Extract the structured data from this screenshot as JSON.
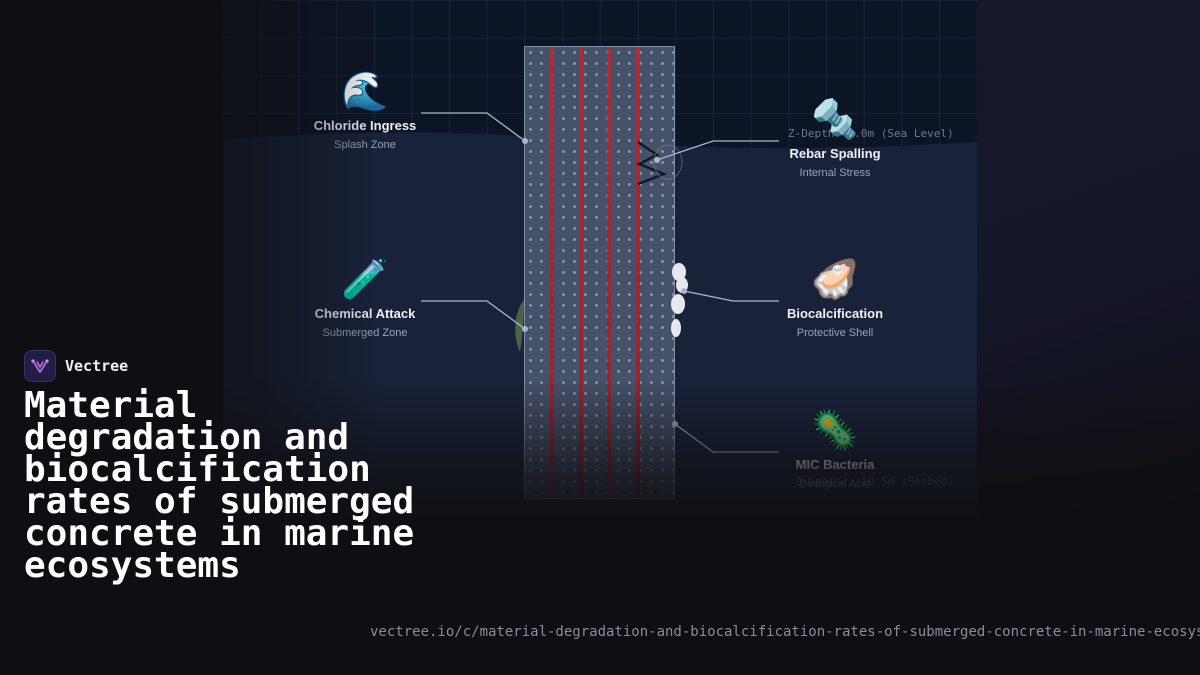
{
  "brand": {
    "name": "Vectree",
    "logo_icon": "vectree-logo-icon"
  },
  "headline": "Material degradation and biocalcification rates of submerged concrete in marine ecosystems",
  "url": "vectree.io/c/material-degradation-and-biocalcification-rates-of-submerged-concrete-in-marine-ecosystems",
  "diagram": {
    "depth_top": "Z-Depth: 0.0m (Sea Level)",
    "depth_bottom": "Z-Depth: -10.5m (Seabed)",
    "labels": [
      {
        "icon": "🌊",
        "icon_name": "wave-icon",
        "title": "Chloride Ingress",
        "sub": "Splash Zone"
      },
      {
        "icon": "🧪",
        "icon_name": "test-tube-icon",
        "title": "Chemical Attack",
        "sub": "Submerged Zone"
      },
      {
        "icon": "🔩",
        "icon_name": "bolt-icon",
        "title": "Rebar Spalling",
        "sub": "Internal Stress"
      },
      {
        "icon": "🦪",
        "icon_name": "oyster-icon",
        "title": "Biocalcification",
        "sub": "Protective Shell"
      },
      {
        "icon": "🦠",
        "icon_name": "bacteria-icon",
        "title": "MIC Bacteria",
        "sub": "Biological Acid"
      }
    ]
  },
  "colors": {
    "background": "#0f0f13",
    "panel": "#0c1526",
    "water": "#18233a",
    "concrete": "#46526a",
    "rebar": "#c0252f"
  }
}
